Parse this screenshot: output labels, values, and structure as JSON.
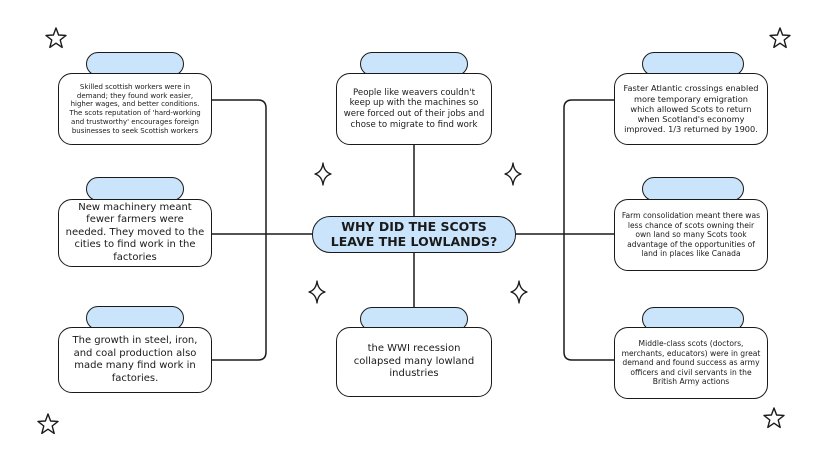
{
  "title": "WHY DID THE SCOTS LEAVE THE LOWLANDS?",
  "nodes": {
    "skilled": "Skilled scottish workers were in demand; they found work easier, higher wages, and better conditions. The scots reputation of 'hard-working and trustworthy' encourages foreign businesses to seek Scottish workers",
    "machinery": "New machinery meant fewer farmers were needed. They moved to the cities to find work in the factories",
    "steel": "The growth in steel, iron, and coal production also made many find work in factories.",
    "weavers": "People like weavers couldn't keep up with the machines so were forced out of their jobs and chose to migrate to find work",
    "recession": "the WWI recession collapsed many lowland industries",
    "atlantic": "Faster Atlantic crossings enabled more temporary emigration which allowed Scots to return when Scotland's economy improved. 1/3 returned by 1900.",
    "farm": "Farm consolidation meant there was less chance of scots owning their own land so many Scots took advantage of the opportunities of land in places like Canada",
    "middle": "Middle-class scots (doctors, merchants, educators) were in great demand and found success as army officers and civil servants in the British Army actions"
  },
  "colors": {
    "accent": "#c9e4fb",
    "stroke": "#1a1a1a"
  },
  "decorations": [
    "star-icon",
    "sparkle-icon"
  ]
}
